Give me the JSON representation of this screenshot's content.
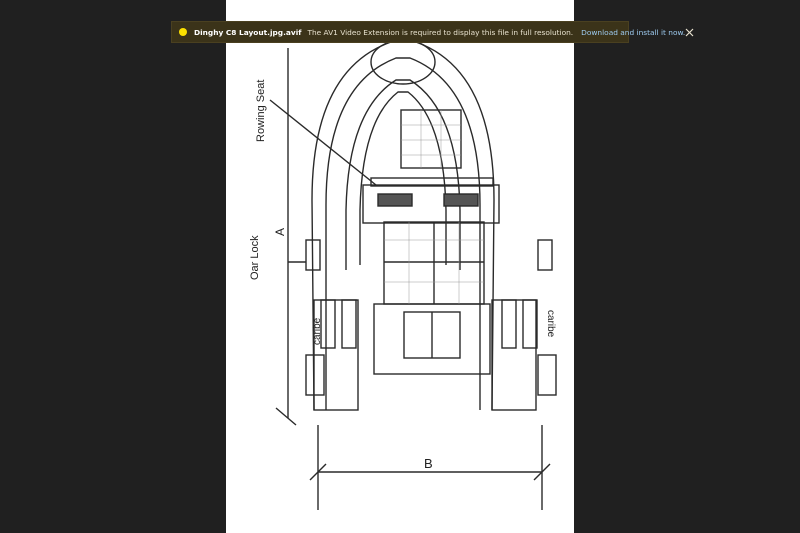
{
  "notice": {
    "filename": "Dinghy C8 Layout.jpg.avif",
    "message": "The AV1 Video Extension is required to display this file in full resolution.",
    "link_text": "Download and install it now.",
    "icon": "warning-icon",
    "close_icon": "close-icon",
    "accent_color": "#fce100"
  },
  "diagram": {
    "label_rowing_seat": "Rowing Seat",
    "label_oar_lock": "Oar Lock",
    "label_dimension_a": "A",
    "label_dimension_b": "B",
    "brand_left": "caribe",
    "brand_right": "caribe"
  }
}
